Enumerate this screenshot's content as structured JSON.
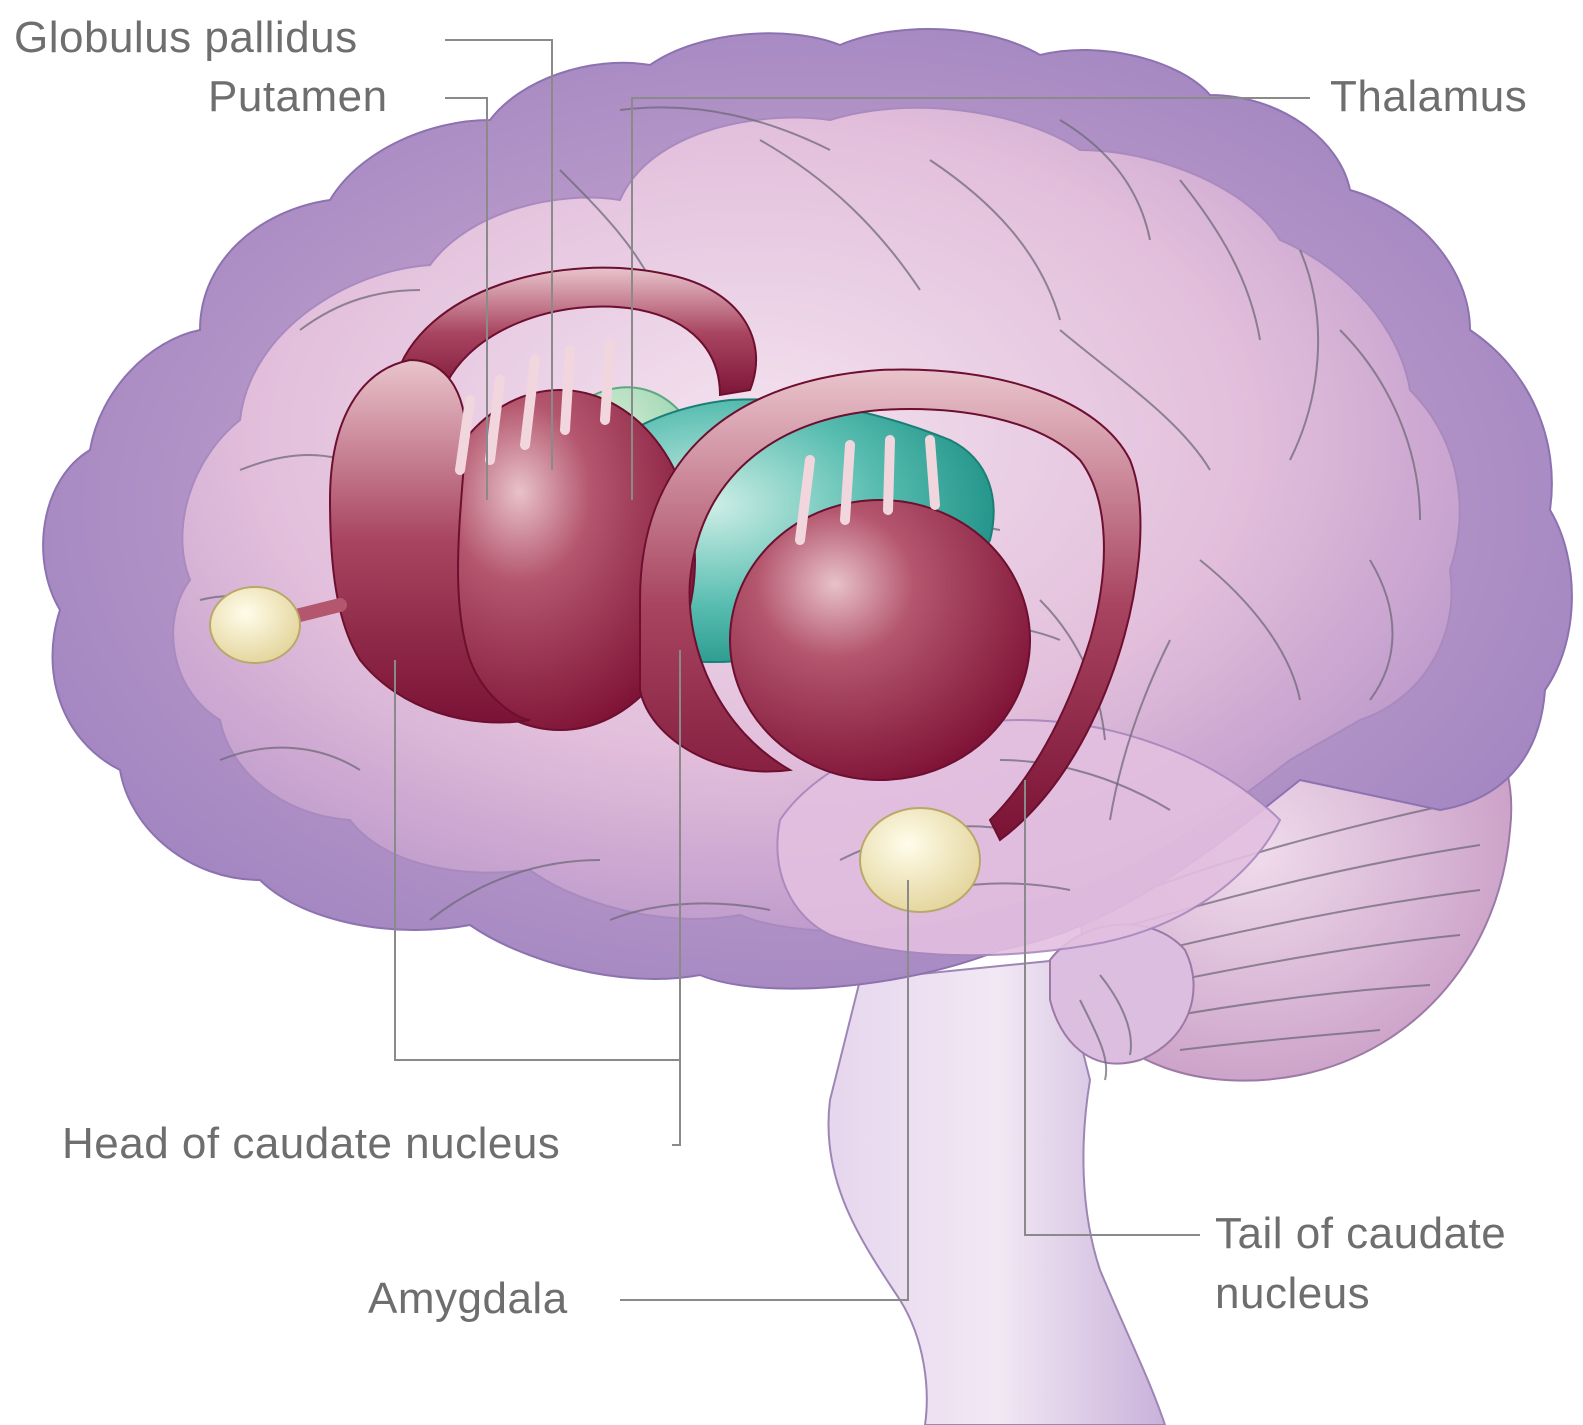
{
  "labels": {
    "globulus_pallidus": "Globulus pallidus",
    "putamen": "Putamen",
    "thalamus": "Thalamus",
    "head_caudate": "Head of caudate nucleus",
    "amygdala": "Amygdala",
    "tail_caudate_line1": "Tail of caudate",
    "tail_caudate_line2": "nucleus"
  },
  "colors": {
    "brain": "#e6c2df",
    "brain_shadow": "#9a7bb8",
    "caudate": "#8e2244",
    "globus": "#9fd6b4",
    "thalamus": "#2aa79a",
    "amygdala": "#f3ecc4",
    "label_text": "#6e6e6e"
  }
}
